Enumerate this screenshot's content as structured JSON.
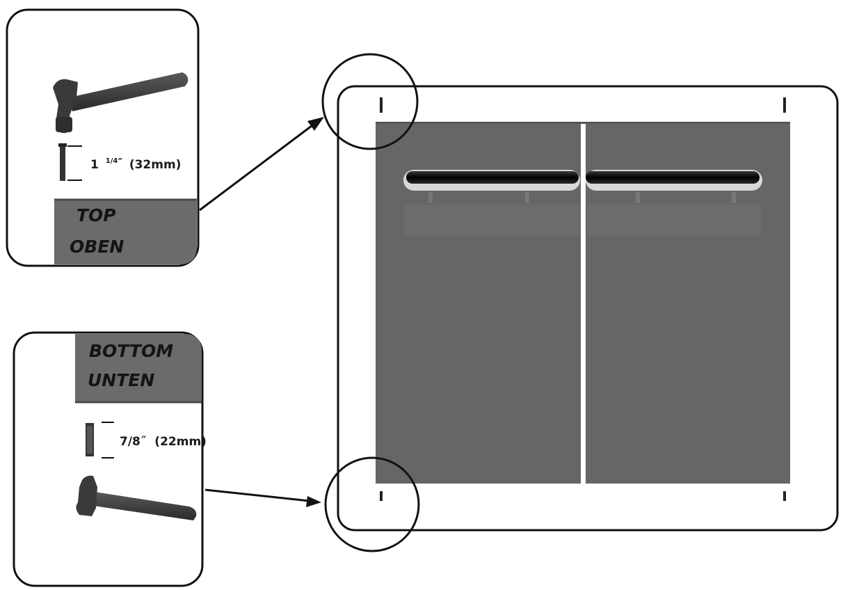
{
  "top_detail": {
    "label_line1": "TOP",
    "label_line2": "OBEN",
    "nail_length": "1",
    "nail_fraction": "1/4”",
    "nail_metric": "(32mm)",
    "tool_icon": "hammer-icon"
  },
  "bottom_detail": {
    "label_line1": "BOTTOM",
    "label_line2": "UNTEN",
    "nail_length": "7/8˝",
    "nail_metric": "(22mm)",
    "tool_icon": "hammer-icon"
  },
  "colors": {
    "panel_gray": "#6b6b6b",
    "door_gray": "#666666",
    "outline": "#111111"
  }
}
